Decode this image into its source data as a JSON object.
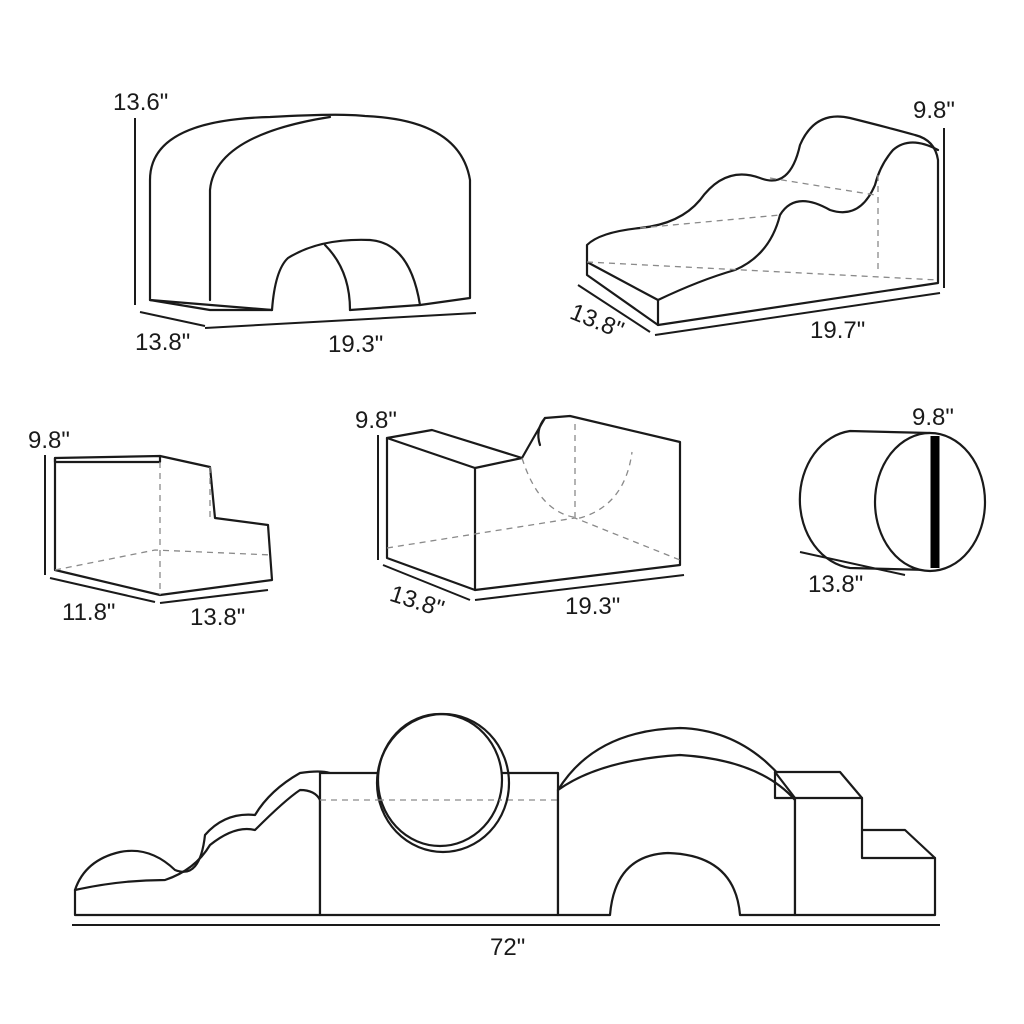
{
  "dimensions": {
    "arch": {
      "height": "13.6\"",
      "depth": "13.8\"",
      "length": "19.3\""
    },
    "wave_ramp": {
      "height": "9.8\"",
      "depth": "13.8\"",
      "length": "19.7\""
    },
    "step": {
      "height": "9.8\"",
      "depth": "11.8\"",
      "length": "13.8\""
    },
    "cradle": {
      "height": "9.8\"",
      "depth": "13.8\"",
      "length": "19.3\""
    },
    "cylinder": {
      "diameter": "9.8\"",
      "length": "13.8\""
    },
    "assembled": {
      "total_length": "72\""
    }
  },
  "colors": {
    "line": "#1a1a1a",
    "hidden_edge": "#8a8a8a",
    "band": "#000000",
    "background": "#ffffff"
  }
}
